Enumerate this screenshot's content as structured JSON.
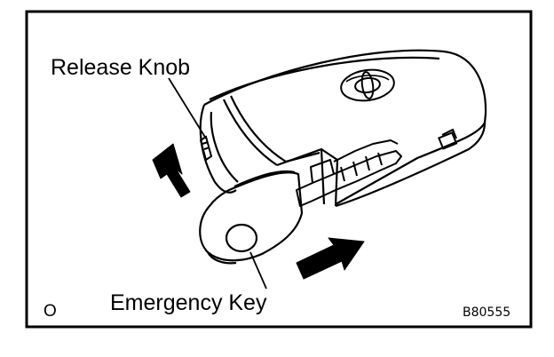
{
  "labels": {
    "release_knob": "Release Knob",
    "emergency_key": "Emergency Key",
    "corner_mark": "O",
    "figure_code": "B80555"
  },
  "colors": {
    "ink": "#000000",
    "paper": "#ffffff"
  },
  "icons": {
    "brand_logo": "toyota-emblem-icon",
    "lock_symbol": "lock-icon",
    "arrow_up": "arrow-up-icon",
    "arrow_insert": "arrow-right-icon"
  }
}
